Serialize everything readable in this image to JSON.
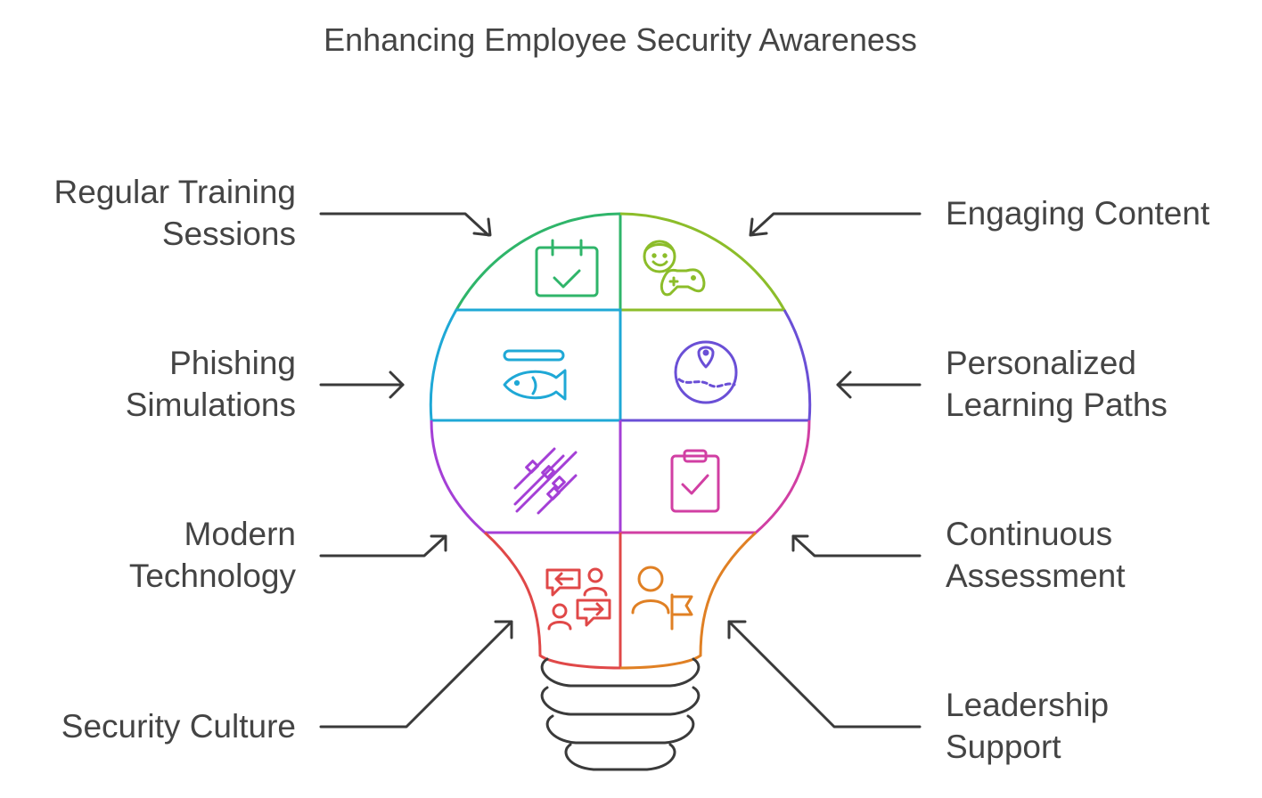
{
  "title": "Enhancing Employee Security Awareness",
  "items": [
    {
      "id": "regular-training",
      "lines": [
        "Regular Training",
        "Sessions"
      ],
      "color": "#22b573"
    },
    {
      "id": "engaging-content",
      "lines": [
        "Engaging Content"
      ],
      "color": "#7dba2f"
    },
    {
      "id": "phishing-simulations",
      "lines": [
        "Phishing",
        "Simulations"
      ],
      "color": "#1fa8d6"
    },
    {
      "id": "personalized-learning",
      "lines": [
        "Personalized",
        "Learning Paths"
      ],
      "color": "#6a4fd6"
    },
    {
      "id": "modern-technology",
      "lines": [
        "Modern",
        "Technology"
      ],
      "color": "#a43fd6"
    },
    {
      "id": "continuous-assessment",
      "lines": [
        "Continuous",
        "Assessment"
      ],
      "color": "#d13fa3"
    },
    {
      "id": "security-culture",
      "lines": [
        "Security Culture"
      ],
      "color": "#e04848"
    },
    {
      "id": "leadership-support",
      "lines": [
        "Leadership",
        "Support"
      ],
      "color": "#e08024"
    }
  ],
  "icons": {
    "regular-training": "calendar-check-icon",
    "engaging-content": "gamer-controller-icon",
    "phishing-simulations": "fish-hook-icon",
    "personalized-learning": "map-pin-path-icon",
    "modern-technology": "circuit-icon",
    "continuous-assessment": "clipboard-check-icon",
    "security-culture": "conversation-people-icon",
    "leadership-support": "person-flag-icon"
  }
}
